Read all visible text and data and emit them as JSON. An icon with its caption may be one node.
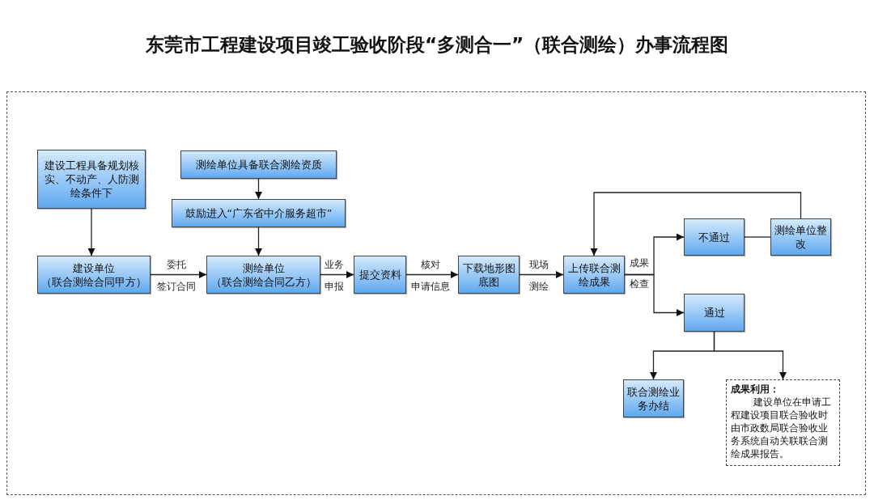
{
  "diagram": {
    "title": "东莞市工程建设项目竣工验收阶段“多测合一”（联合测绘）办事流程图",
    "nodes": [
      {
        "text": [
          "建设工程具备规划核实、不动产、人防测绘条件下"
        ]
      },
      {
        "text": [
          "测绘单位具备联合测绘资质"
        ]
      },
      {
        "text": [
          "鼓励进入“广东省中介服务超市”"
        ]
      },
      {
        "text": [
          "建设单位",
          "（联合测绘合同甲方）"
        ]
      },
      {
        "text": [
          "测绘单位",
          "（联合测绘合同乙方）"
        ]
      },
      {
        "text": [
          "提交资料"
        ]
      },
      {
        "text": [
          "下载地形图底图"
        ]
      },
      {
        "text": [
          "上传联合测绘成果"
        ]
      },
      {
        "text": [
          "不通过"
        ]
      },
      {
        "text": [
          "测绘单位整改"
        ]
      },
      {
        "text": [
          "通过"
        ]
      },
      {
        "text": [
          "联合测绘业务办结"
        ]
      },
      {
        "text": [
          "成果利用：",
          "建设单位在申请工程建设项目联合验收时由市政数局联合验收业务系统自动关联联合测绘成果报告。"
        ]
      }
    ],
    "edges": [
      {
        "from": 0,
        "to": 3,
        "arrow": "to"
      },
      {
        "from": 1,
        "to": 2,
        "arrow": "to"
      },
      {
        "from": 2,
        "to": 4,
        "arrow": "to"
      },
      {
        "from": 3,
        "to": 4,
        "arrow": "to",
        "label": "委托"
      },
      {
        "from": 4,
        "to": 5,
        "arrow": "to",
        "label": "业务"
      },
      {
        "from": 5,
        "to": 6,
        "arrow": "to",
        "label": "核对"
      },
      {
        "from": 6,
        "to": 7,
        "arrow": "to",
        "label": "现场"
      },
      {
        "from": 7,
        "to": 8,
        "arrow": "to",
        "label": "成果"
      },
      {
        "from": 7,
        "to": 10,
        "arrow": "to"
      },
      {
        "from": 8,
        "to": 9,
        "arrow": "none"
      },
      {
        "from": 9,
        "to": 7,
        "arrow": "to"
      },
      {
        "from": 10,
        "to": 11,
        "arrow": "to"
      },
      {
        "from": 10,
        "to": 12,
        "arrow": "to"
      }
    ],
    "labels": [
      "签订合同",
      "申报",
      "申请信息",
      "测绘",
      "检查"
    ]
  }
}
